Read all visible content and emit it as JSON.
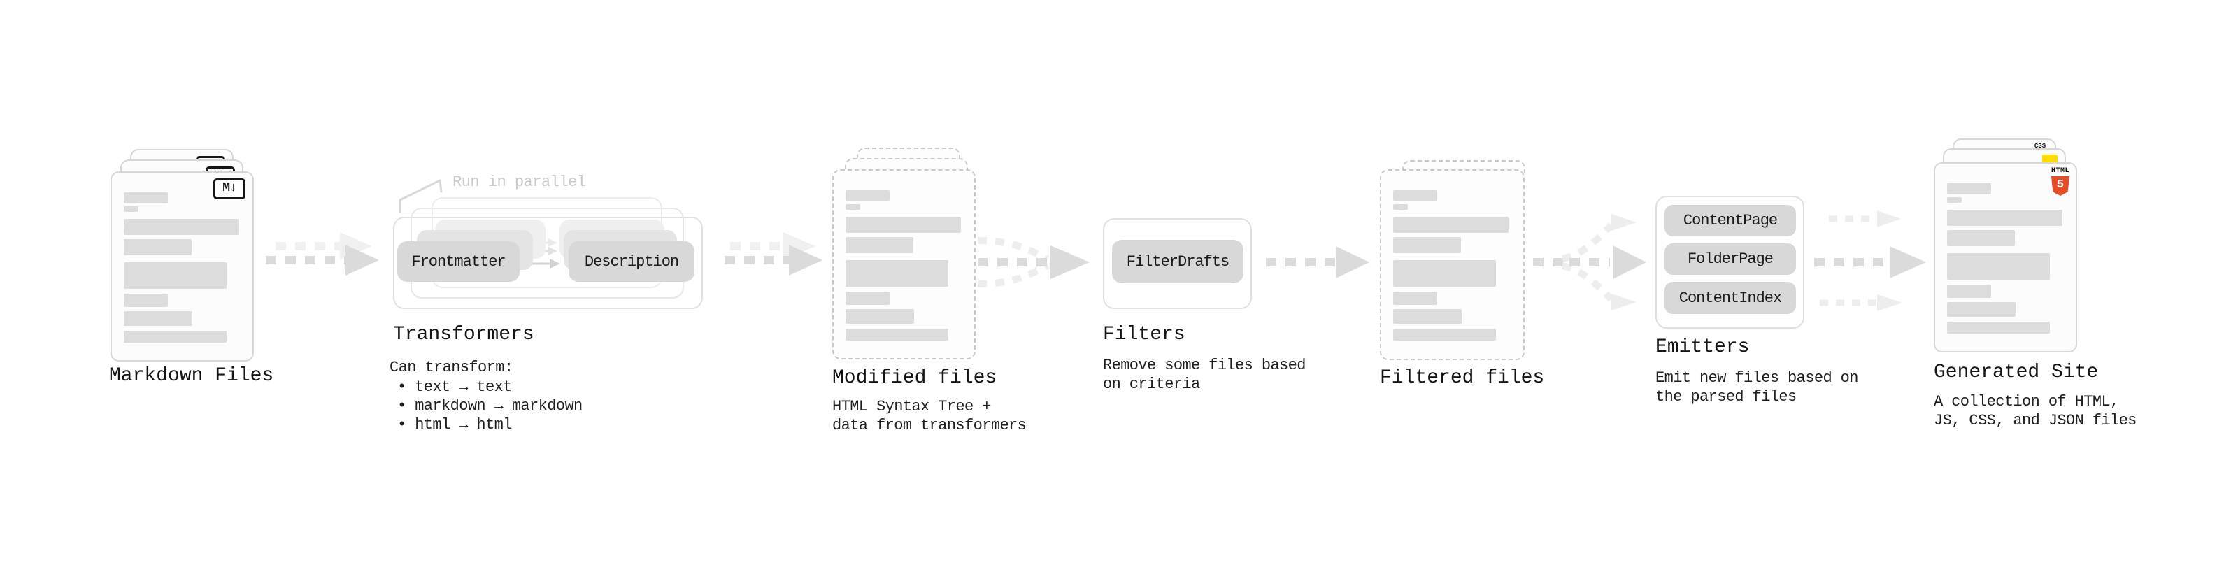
{
  "stages": {
    "markdown": {
      "label": "Markdown Files",
      "file_icon": "M↓"
    },
    "transformers": {
      "label": "Transformers",
      "note": "Run in parallel",
      "pills": [
        "Frontmatter",
        "Description"
      ],
      "caption_title": "Can transform:",
      "bullets": [
        "• text → text",
        "• markdown → markdown",
        "• html → html"
      ]
    },
    "modified": {
      "label": "Modified files",
      "caption_lines": [
        "HTML Syntax Tree +",
        "data from transformers"
      ]
    },
    "filters": {
      "label": "Filters",
      "pills": [
        "FilterDrafts"
      ],
      "caption_lines": [
        "Remove some files based",
        "on criteria"
      ]
    },
    "filtered": {
      "label": "Filtered files"
    },
    "emitters": {
      "label": "Emitters",
      "pills": [
        "ContentPage",
        "FolderPage",
        "ContentIndex"
      ],
      "caption_lines": [
        "Emit new files based on",
        "the parsed files"
      ]
    },
    "generated": {
      "label": "Generated Site",
      "caption_lines": [
        "A collection of HTML,",
        "JS, CSS, and JSON files"
      ],
      "badges": {
        "css": "CSS",
        "html_text": "HTML",
        "html_number": "5"
      }
    }
  },
  "colors": {
    "html5_orange": "#e44d26",
    "js_yellow": "#ffdb00",
    "css_blue": "#2c66f0",
    "arrow_gray": "#dbdbdb"
  }
}
